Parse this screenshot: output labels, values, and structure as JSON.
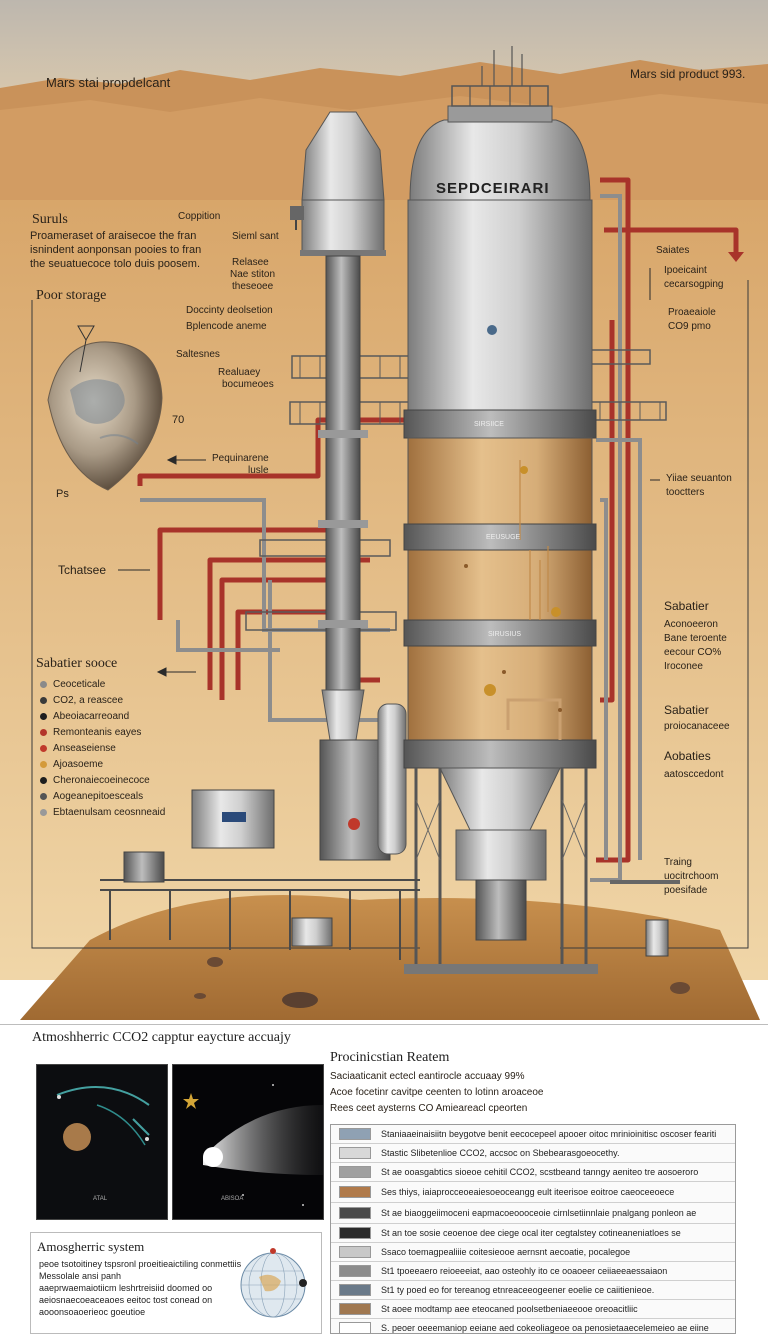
{
  "header": {
    "title_left": "Mars stai propdelcant",
    "title_right": "Mars sid product 993."
  },
  "tank": {
    "label": "SEPDCEIRARI",
    "band1": "SIRSIICE",
    "band2": "EEUSUGE",
    "band3": "SIRUSIUS"
  },
  "left_panel": {
    "title": "Suruls",
    "desc": [
      "Proameraset of araisecoe the fran",
      "isnindent aonponsan pooies to fran",
      "the seuatuecoce tolo duis poosem."
    ],
    "poor_storage": "Poor storage",
    "tchatsee": "Tchatsee",
    "ps": "Ps",
    "seventy": "70",
    "sabatier_source": "Sabatier sooce"
  },
  "legend": [
    {
      "label": "Ceoceticale",
      "color": "#8a8a8a"
    },
    {
      "label": "CO2, a reascee",
      "color": "#3a3a3a"
    },
    {
      "label": "Abeoiacarreoand",
      "color": "#1e1e1e"
    },
    {
      "label": "Remonteanis eayes",
      "color": "#b3352a"
    },
    {
      "label": "Anseaseiense",
      "color": "#c0392b"
    },
    {
      "label": "Ajoasoeme",
      "color": "#d49a3a"
    },
    {
      "label": "Cheronaiecoeinecoce",
      "color": "#1e1e1e"
    },
    {
      "label": "Aogeanepitoesceals",
      "color": "#555555"
    },
    {
      "label": "Ebtaenulsam ceosnneaid",
      "color": "#999999"
    }
  ],
  "mid_labels": {
    "coppition": "Coppition",
    "sieml_sant": "Sieml sant",
    "relasee": [
      "Relasee",
      "Nae stiton",
      "theseoee"
    ],
    "doccinty": [
      "Doccinty deolsetion",
      "Bplencode aneme"
    ],
    "saltesnes": "Saltesnes",
    "realuaey": [
      "Realuaey",
      "bocumeoes"
    ],
    "pequinarene": [
      "Pequinarene",
      "lusle"
    ]
  },
  "right_labels": {
    "saiates": "Saiates",
    "ipoeicaint": [
      "Ipoeicaint",
      "cecarsogping"
    ],
    "proaeaiole": [
      "Proaeaiole",
      "CO9 pmo"
    ],
    "yiiae": [
      "Yiiae seuanton",
      "tooctters"
    ],
    "sabatier1": "Sabatier",
    "aconoeeron": [
      "Aconoeeron",
      "Bane teroente",
      "eecour CO%",
      "Iroconee"
    ],
    "sabatier2": "Sabatier",
    "proiocanaceee": "proiocanaceee",
    "aobaties": "Aobaties",
    "aatosccedont": "aatosccedont",
    "traing": [
      "Traing",
      "uocitrchoom",
      "poesifade"
    ]
  },
  "bottom": {
    "headline": "Atmoshherric CCO2 capptur eaycture accuajy",
    "proc_title": "Procinicstian Reatem",
    "proc_lines": [
      "Saciaaticanit ectecl eantirocle accuaay 99%",
      "Acoe focetinr cavitpe ceenten to lotinn aroaceoe",
      "Rees ceet aysterns CO Amieareacl cpeorten"
    ],
    "atmo_title": "Amosgherric system",
    "atmo_bullets": [
      "peoe tsotoitiney tspsronl proeitieaictiling conmettiis",
      "Messolale ansi panh",
      "aaeprwaemaiotiicm leshrtreisiid doomed oo",
      "aeiosnaecoeaceaoes eeitoc tost conead on",
      "aooonsoaoerieoc goeutioe"
    ],
    "img_label1": "ATAL",
    "img_label2": "ABISOA",
    "spec_rows": [
      {
        "text": "Staniaaeinaisiitn beygotve benit eecocepeel apooer oitoc mrinioinitisc oscoser feariti",
        "color": "#8fa1b3"
      },
      {
        "text": "Stastic Slibetenlioe CCO2, accsoc on Sbebearasgoeocethy.",
        "color": "#d8d8d8"
      },
      {
        "text": "St ae ooasgabtics sioeoe cehitil CCO2, scstbeand tanngy aeniteo tre aosoeroro",
        "color": "#a0a0a0"
      },
      {
        "text": "Ses thiys, iaiaprocceoeaiesoeoceangg eult iteerisoe eoitroe caeoceeoece",
        "color": "#b07a4a"
      },
      {
        "text": "St ae biaoggeiimoceni eapmacoeoooceoie cirnlsetiinnlaie pnalgang ponleon ae",
        "color": "#4a4a4a"
      },
      {
        "text": "St an toe sosie ceoenoe dee ciege ocal iter cegtalstey cotineaneniatloes se",
        "color": "#2a2a2a"
      },
      {
        "text": "Ssaco toemagpealiiie coitesieooe aernsnt aecoatie, pocalegoe",
        "color": "#c8c8c8"
      },
      {
        "text": "St1 tpoeeaero reioeeeiat, aao osteohly ito ce ooaoeer ceiiaeeaessaiaon",
        "color": "#8c8c8c"
      },
      {
        "text": "St1 ty poed eo for tereanog etnreaceeogeener eoelie ce caiitienieoe.",
        "color": "#6a7a8a"
      },
      {
        "text": "St aoee modtamp aee eteocaned poolsetbeniaeeooe oreoacitliic",
        "color": "#a07850"
      },
      {
        "text": "S. peoer oeeemaniop eeiane aed cokeoliageoe oa penosietaaecelemeieo ae eiine",
        "color": "#ffffff"
      }
    ]
  }
}
